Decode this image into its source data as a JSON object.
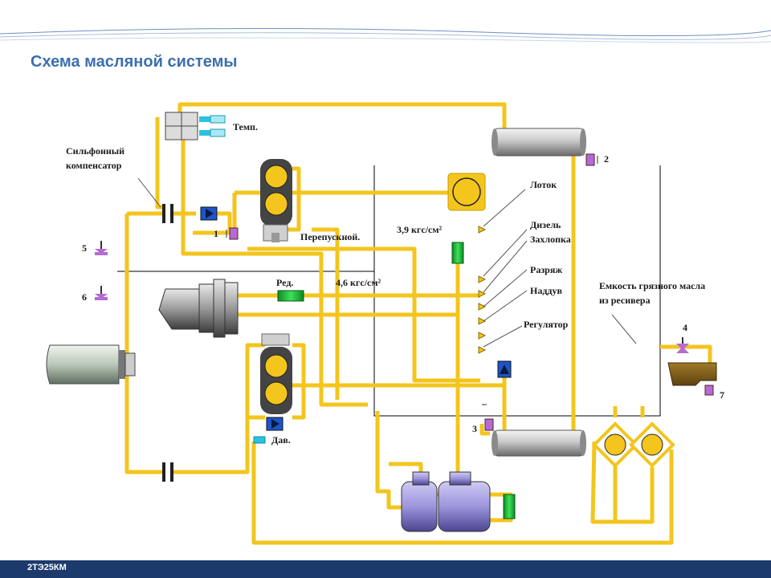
{
  "title": "Схема масляной системы",
  "footer": "2ТЭ25КМ",
  "labels": {
    "temp": "Темп.",
    "bellows_line1": "Сильфонный",
    "bellows_line2": "компенсатор",
    "bypass": "Перепускной.",
    "tray": "Лоток",
    "pressure1": "3,9 кгс/см²",
    "diesel": "Дизель",
    "damper": "Захлопка",
    "discharge": "Разряж",
    "boost": "Наддув",
    "red": "Ред.",
    "pressure2": "4,6 кгс/см²",
    "regulator": "Регулятор",
    "tank_line1": "Емкость грязного масла",
    "tank_line2": "из ресивера",
    "pressure_sensor": "Дав."
  },
  "numbers": {
    "n1": "1",
    "n2": "2",
    "n3": "3",
    "n4": "4",
    "n5": "5",
    "n6": "6",
    "n7": "7"
  },
  "colors": {
    "pipe": "#f3c51d",
    "title": "#3c6fae",
    "footer_bg": "#1d3a6c",
    "valve": "#b56ad6",
    "check_valve": "#2a6fd6",
    "filter_green": "#20c040"
  }
}
